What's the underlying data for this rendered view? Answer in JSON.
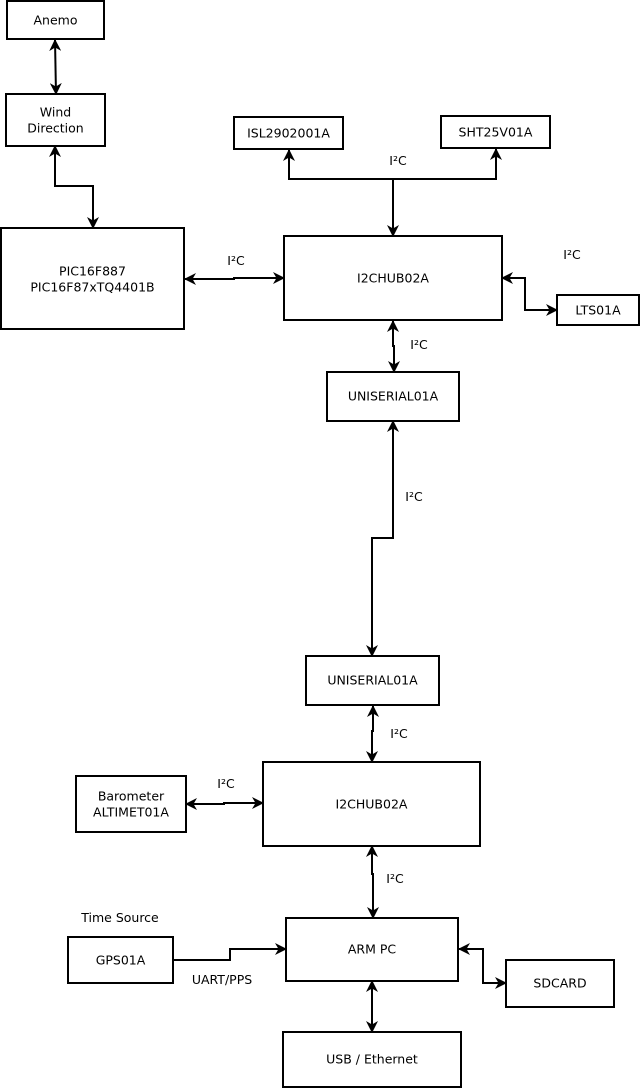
{
  "nodes": {
    "anemo": "Anemo",
    "wind": [
      "Wind",
      "Direction"
    ],
    "pic": [
      "PIC16F887",
      "PIC16F87xTQ4401B"
    ],
    "isl": "ISL2902001A",
    "sht": "SHT25V01A",
    "hub1": "I2CHUB02A",
    "lts": "LTS01A",
    "uni1": "UNISERIAL01A",
    "uni2": "UNISERIAL01A",
    "baro": [
      "Barometer",
      "ALTIMET01A"
    ],
    "hub2": "I2CHUB02A",
    "gps": "GPS01A",
    "arm": "ARM PC",
    "sdcard": "SDCARD",
    "usb": "USB / Ethernet"
  },
  "labels": {
    "i2c_top": "I²C",
    "i2c_pic_hub": "I²C",
    "i2c_hub_lts": "I²C",
    "i2c_hub_uni1": "I²C",
    "i2c_long": "I²C",
    "i2c_uni2_hub": "I²C",
    "i2c_baro_hub": "I²C",
    "i2c_hub_arm": "I²C",
    "time_source": "Time Source",
    "uart_pps": "UART/PPS"
  }
}
